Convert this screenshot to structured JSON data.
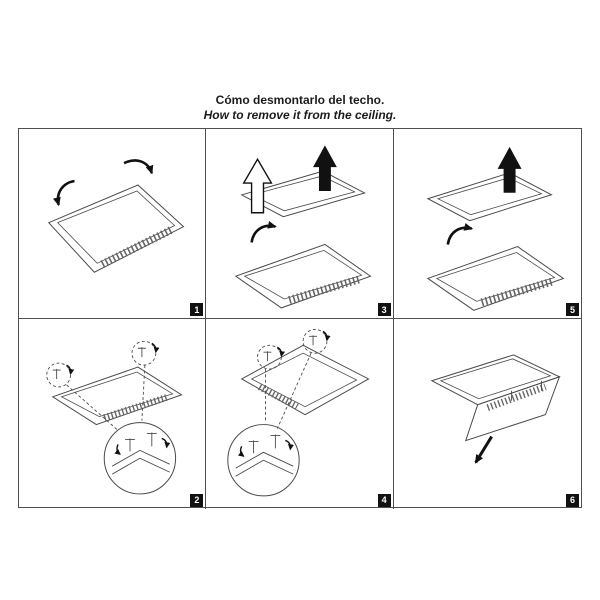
{
  "title": {
    "es": "Cómo desmontarlo del techo.",
    "en": "How to remove it from the ceiling."
  },
  "steps": [
    {
      "number": "1"
    },
    {
      "number": "3"
    },
    {
      "number": "5"
    },
    {
      "number": "2"
    },
    {
      "number": "4"
    },
    {
      "number": "6"
    }
  ],
  "icons": {
    "rotation_arrow": "curved-black-arrow",
    "lift_arrow_filled": "filled-up-arrow",
    "lift_arrow_outline": "outline-up-arrow",
    "remove_arrow": "filled-down-arrow",
    "detail_callout": "dashed-circle-magnifier"
  },
  "colors": {
    "line_art": "#4a4a4a",
    "arrow": "#111111",
    "badge_bg": "#111111",
    "badge_text": "#ffffff",
    "grid_border": "#4f4f4f",
    "background": "#ffffff"
  }
}
